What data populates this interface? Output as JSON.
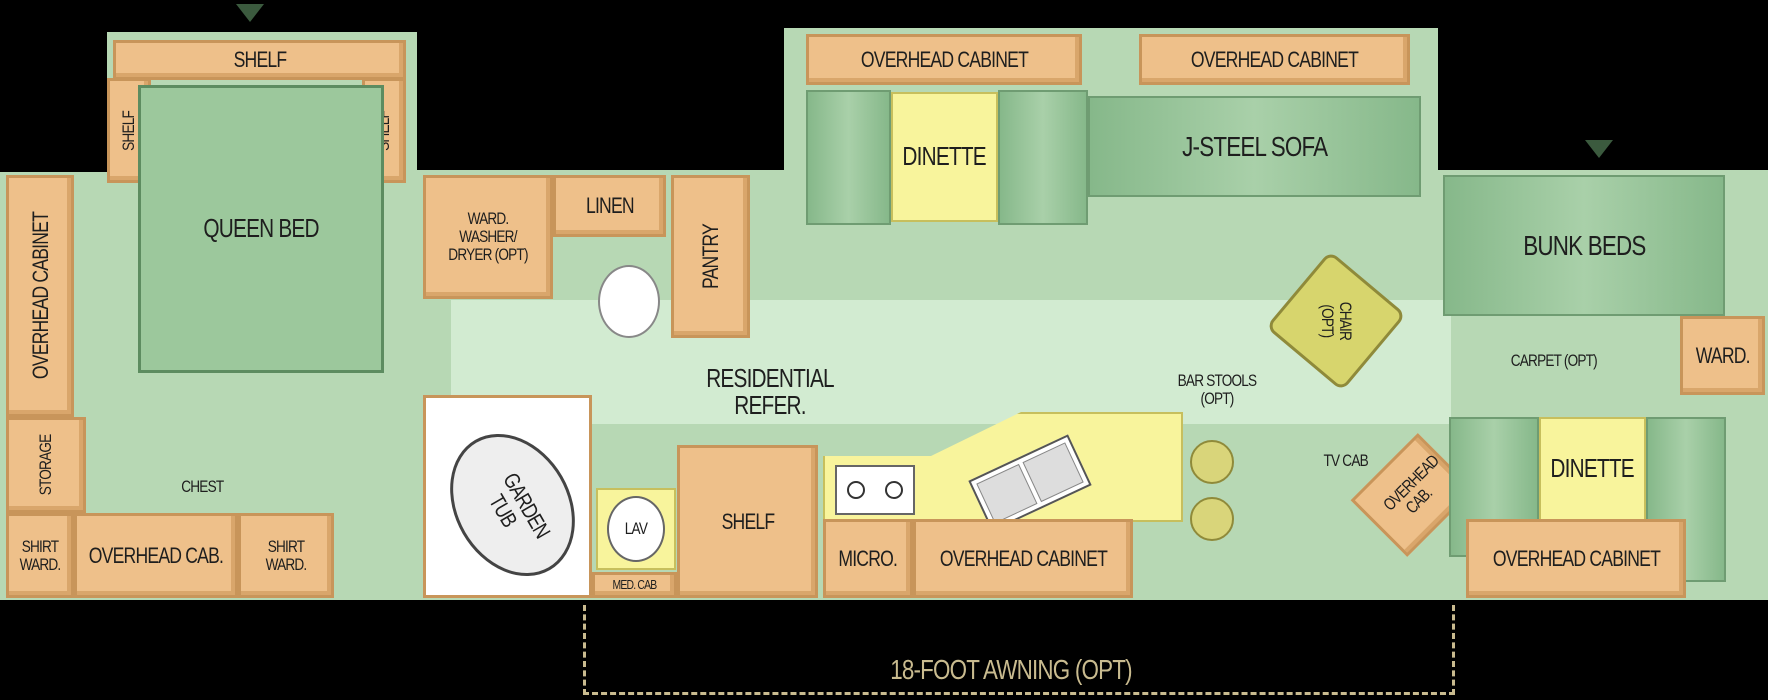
{
  "labels": {
    "shelf_top": "SHELF",
    "shelf_left": "SHELF",
    "shelf_right": "SHELF",
    "queen_bed": "QUEEN BED",
    "overhead_cabinet_left": "OVERHEAD CABINET",
    "storage": "STORAGE",
    "chest": "CHEST",
    "shirt_ward_left": "SHIRT WARD.",
    "overhead_cab_bedroom": "OVERHEAD CAB.",
    "shirt_ward_right": "SHIRT WARD.",
    "ward_washer_dryer": "WARD. WASHER/ DRYER (OPT)",
    "linen": "LINEN",
    "pantry": "PANTRY",
    "garden_tub": "GARDEN TUB",
    "lav": "LAV",
    "med_cab": "MED. CAB",
    "residential_refer": "RESIDENTIAL REFER.",
    "shelf_refer": "SHELF",
    "micro": "MICRO.",
    "overhead_cabinet_kitchen": "OVERHEAD CABINET",
    "overhead_cabinet_top_1": "OVERHEAD CABINET",
    "overhead_cabinet_top_2": "OVERHEAD CABINET",
    "dinette_top": "DINETTE",
    "sofa": "J-STEEL SOFA",
    "chair": "CHAIR (OPT)",
    "bar_stools": "BAR STOOLS (OPT)",
    "bunk_beds": "BUNK BEDS",
    "ward_right": "WARD.",
    "carpet": "CARPET (OPT)",
    "tv_cab": "TV CAB",
    "overhead_cab_diag": "OVERHEAD CAB.",
    "dinette_right": "DINETTE",
    "overhead_cabinet_right": "OVERHEAD CABINET",
    "awning": "18-FOOT AWNING (OPT)"
  }
}
